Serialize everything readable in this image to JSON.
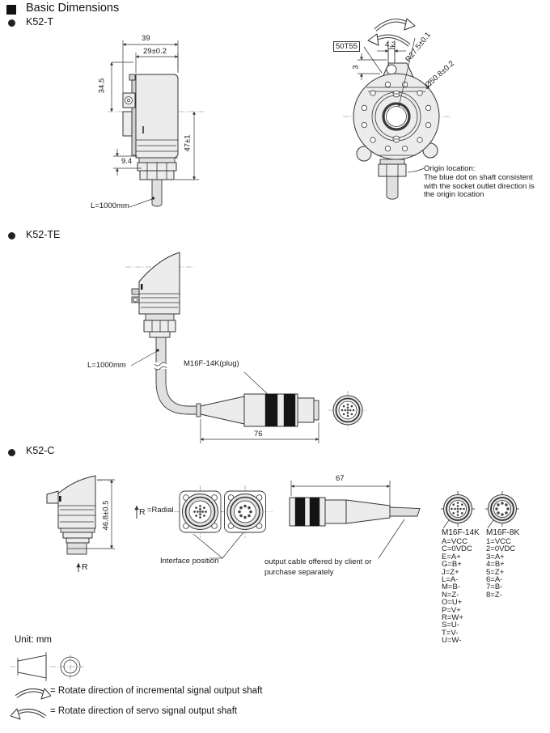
{
  "header": {
    "title": "Basic Dimensions"
  },
  "sections": {
    "k52t": "K52-T",
    "k52te": "K52-TE",
    "k52c": "K52-C"
  },
  "colors": {
    "line": "#333333",
    "body_fill": "#ececec",
    "band_black": "#111111"
  },
  "k52t": {
    "dims": {
      "total_width": "39",
      "body_width": "29±0.2",
      "height_left": "34.5",
      "height_right": "47±1",
      "flange_offset": "9.4",
      "cable_length": "L=1000mm",
      "gear_label": "50T55",
      "slot_width": "4.2",
      "slot_depth": "3",
      "radius": "R27.5±0.1",
      "outer_diameter": "Ø50.8±0.2"
    },
    "origin": [
      "Origin location:",
      "The blue dot on shaft consistent",
      "with the socket outlet direction is",
      "the origin location"
    ]
  },
  "k52te": {
    "cable_length": "L=1000mm",
    "plug_label": "M16F-14K(plug)",
    "plug_length": "76"
  },
  "k52c": {
    "height": "46.8±0.5",
    "r_label": "R",
    "radial": "=Radial",
    "interface": "Interface position",
    "cable_length": "67",
    "cable_note": [
      "output cable offered by client or",
      "purchase separately"
    ],
    "pin14": {
      "title": "M16F-14K",
      "pins": [
        "A=VCC",
        "C=0VDC",
        "E=A+",
        "G=B+",
        "J=Z+",
        "L=A-",
        "M=B-",
        "N=Z-",
        "O=U+",
        "P=V+",
        "R=W+",
        "S=U-",
        "T=V-",
        "U=W-"
      ]
    },
    "pin8": {
      "title": "M16F-8K",
      "pins": [
        "1=VCC",
        "2=0VDC",
        "3=A+",
        "4=B+",
        "5=Z+",
        "6=A-",
        "7=B-",
        "8=Z-"
      ]
    }
  },
  "footer": {
    "unit": "Unit: mm",
    "legend_incremental": "= Rotate direction of incremental signal output shaft",
    "legend_servo": "= Rotate direction of servo signal output shaft"
  }
}
